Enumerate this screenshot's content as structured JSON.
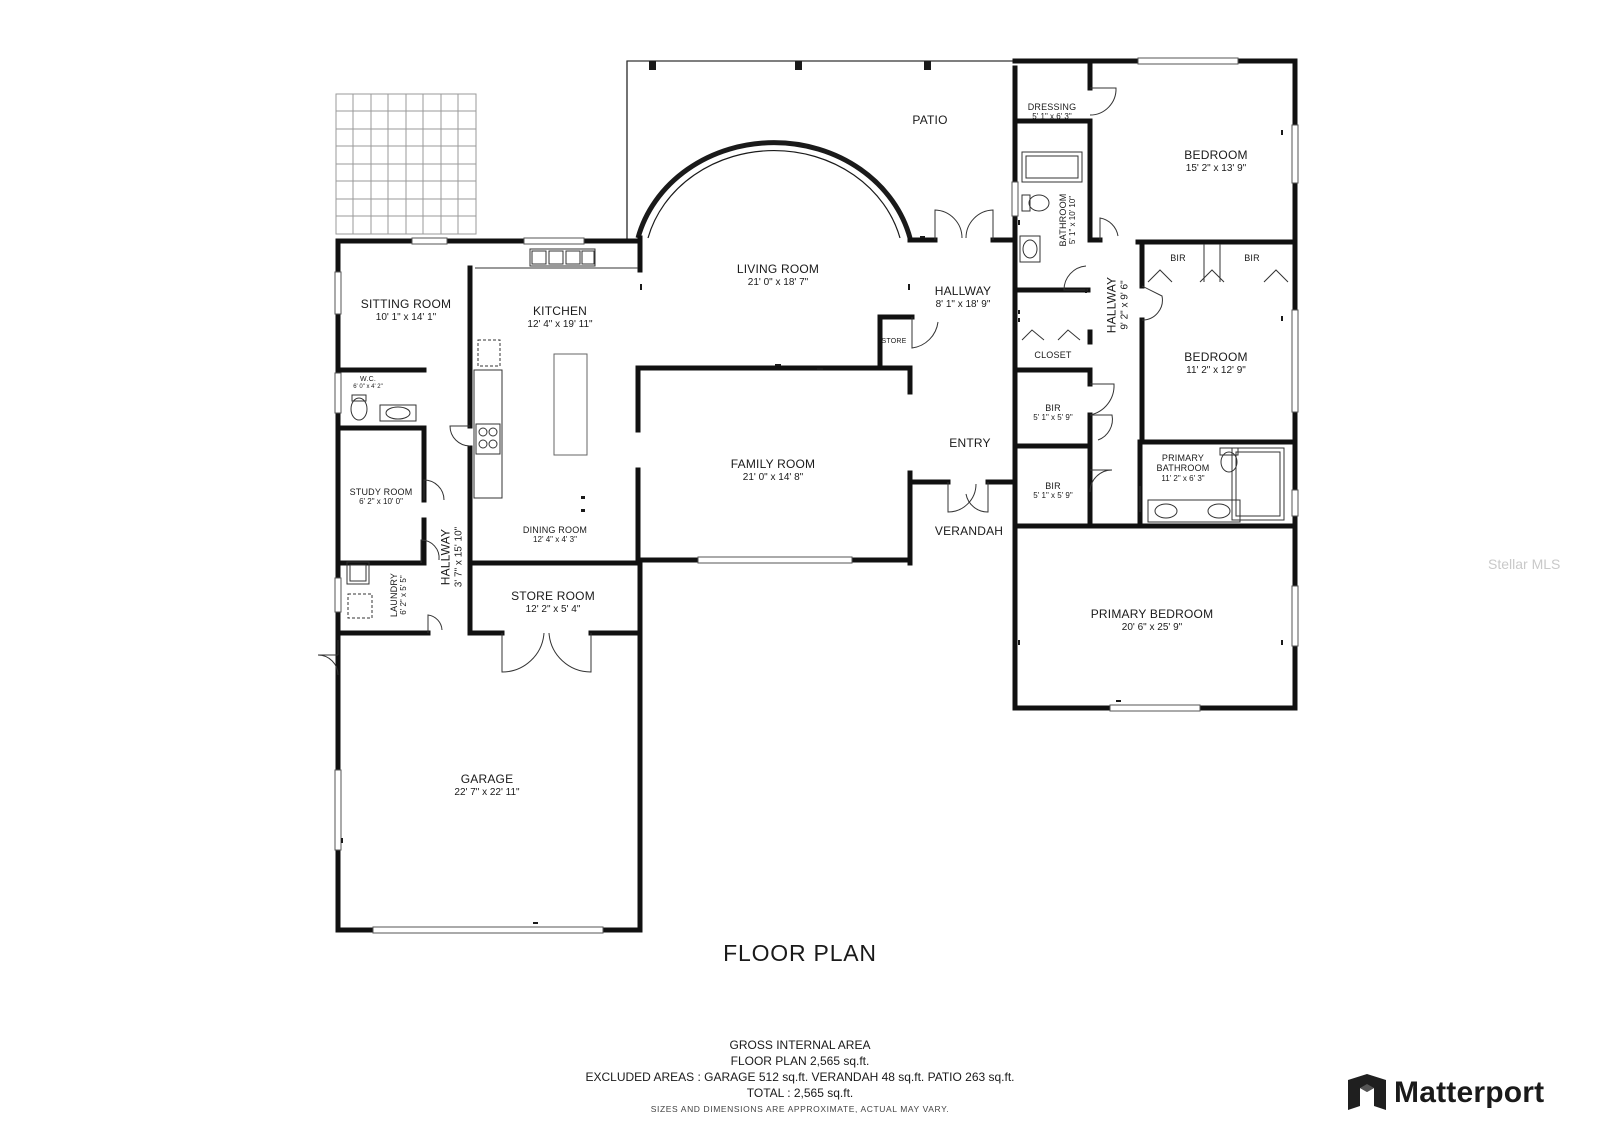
{
  "title": "FLOOR PLAN",
  "watermark": "Stellar MLS",
  "brand": {
    "name": "Matterport",
    "icon": "matterport-logo-icon"
  },
  "area_summary": {
    "heading": "GROSS INTERNAL AREA",
    "floor_plan": "FLOOR PLAN 2,565 sq.ft.",
    "excluded": "EXCLUDED AREAS :  GARAGE 512 sq.ft.   VERANDAH 48 sq.ft.   PATIO 263 sq.ft.",
    "total": "TOTAL :  2,565 sq.ft.",
    "note": "SIZES AND DIMENSIONS ARE APPROXIMATE, ACTUAL MAY VARY."
  },
  "rooms": {
    "patio": {
      "name": "PATIO"
    },
    "living_room": {
      "name": "LIVING ROOM",
      "dims": "21' 0\" x 18' 7\""
    },
    "kitchen": {
      "name": "KITCHEN",
      "dims": "12' 4\" x 19' 11\""
    },
    "sitting_room": {
      "name": "SITTING ROOM",
      "dims": "10' 1\" x 14' 1\""
    },
    "wc": {
      "name": "W.C.",
      "dims": "6' 0\" x 4' 2\""
    },
    "study_room": {
      "name": "STUDY ROOM",
      "dims": "6' 2\" x 10' 0\""
    },
    "hallway_west": {
      "name": "HALLWAY",
      "dims": "3' 7\" x 15' 10\""
    },
    "laundry": {
      "name": "LAUNDRY",
      "dims": "6' 2\" x 5' 5\""
    },
    "dining_room": {
      "name": "DINING ROOM",
      "dims": "12' 4\" x 4' 3\""
    },
    "store_room": {
      "name": "STORE ROOM",
      "dims": "12' 2\" x 5' 4\""
    },
    "garage": {
      "name": "GARAGE",
      "dims": "22' 7\" x 22' 11\""
    },
    "family_room": {
      "name": "FAMILY ROOM",
      "dims": "21' 0\" x 14' 8\""
    },
    "store": {
      "name": "STORE"
    },
    "hallway_center": {
      "name": "HALLWAY",
      "dims": "8' 1\" x 18' 9\""
    },
    "entry": {
      "name": "ENTRY"
    },
    "verandah": {
      "name": "VERANDAH"
    },
    "dressing": {
      "name": "DRESSING",
      "dims": "5' 1\" x 6' 3\""
    },
    "bedroom_ne": {
      "name": "BEDROOM",
      "dims": "15' 2\" x 13' 9\""
    },
    "bathroom": {
      "name": "BATHROOM",
      "dims": "5' 1\" x 10' 10\""
    },
    "hallway_east": {
      "name": "HALLWAY",
      "dims": "9' 2\" x 9' 6\""
    },
    "bir_1": {
      "name": "BIR"
    },
    "bir_2": {
      "name": "BIR"
    },
    "bedroom_e": {
      "name": "BEDROOM",
      "dims": "11' 2\" x 12' 9\""
    },
    "closet": {
      "name": "CLOSET"
    },
    "bir_3": {
      "name": "BIR",
      "dims": "5' 1\" x 5' 9\""
    },
    "bir_4": {
      "name": "BIR",
      "dims": "5' 1\" x 5' 9\""
    },
    "primary_bathroom": {
      "name": "PRIMARY BATHROOM",
      "dims": "11' 2\" x 6' 3\""
    },
    "primary_bedroom": {
      "name": "PRIMARY BEDROOM",
      "dims": "20' 6\" x 25' 9\""
    }
  }
}
